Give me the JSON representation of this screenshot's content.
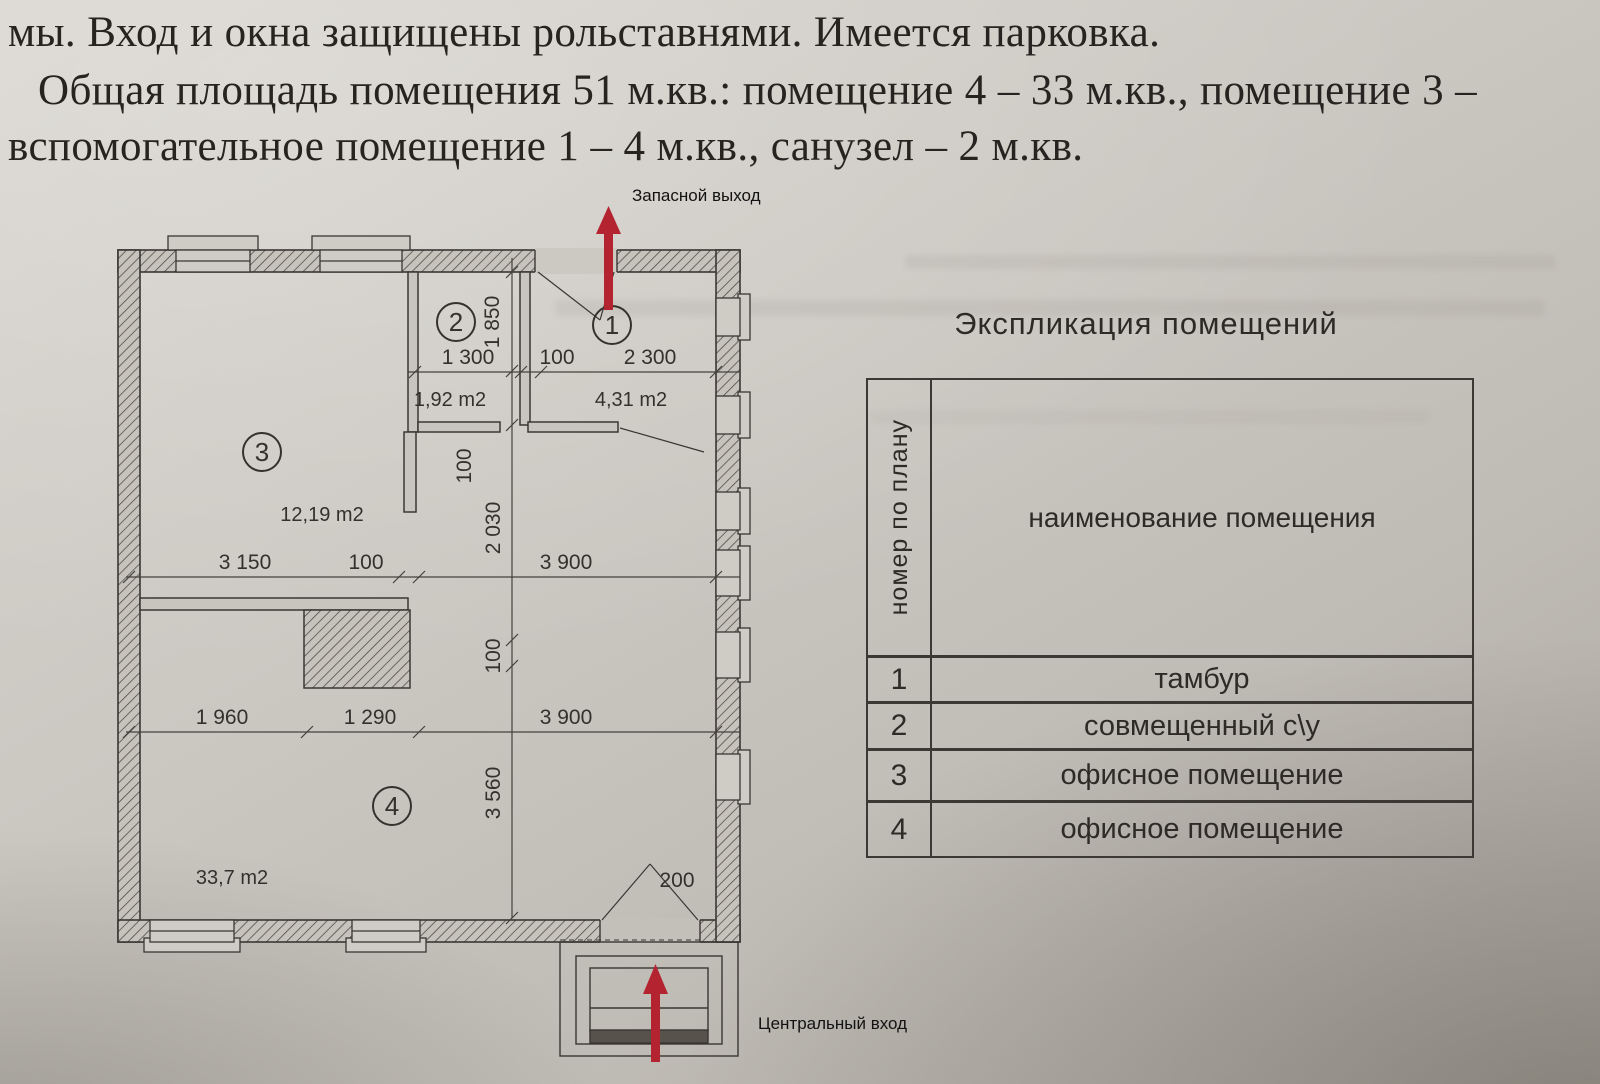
{
  "document": {
    "line1": "мы. Вход и окна защищены рольставнями. Имеется парковка.",
    "line2": "Общая площадь помещения 51 м.кв.: помещение 4 – 33 м.кв., помещение 3 –",
    "line3": "вспомогательное помещение 1 – 4 м.кв., санузел – 2 м.кв."
  },
  "plan": {
    "exit_label": "Запасной выход",
    "entrance_label": "Центральный вход",
    "arrow_color": "#b32330",
    "line_color": "#3a3633",
    "rooms": {
      "r1": {
        "num": "1",
        "area": "4,31 m2"
      },
      "r2": {
        "num": "2",
        "area": "1,92 m2"
      },
      "r3": {
        "num": "3",
        "area": "12,19 m2"
      },
      "r4": {
        "num": "4",
        "area": "33,7 m2"
      }
    },
    "dims": {
      "d1850": "1 850",
      "d1300": "1 300",
      "d100": "100",
      "d2300": "2 300",
      "d2030": "2 030",
      "d3150": "3 150",
      "d3900": "3 900",
      "d1960": "1 960",
      "d1290": "1 290",
      "d3560": "3 560",
      "d200": "200"
    }
  },
  "legend": {
    "title": "Экспликация помещений",
    "col_number": "номер по плану",
    "col_name": "наименование помещения",
    "rows": [
      {
        "num": "1",
        "name": "тамбур"
      },
      {
        "num": "2",
        "name": "совмещенный с\\у"
      },
      {
        "num": "3",
        "name": "офисное помещение"
      },
      {
        "num": "4",
        "name": "офисное помещение"
      }
    ]
  }
}
